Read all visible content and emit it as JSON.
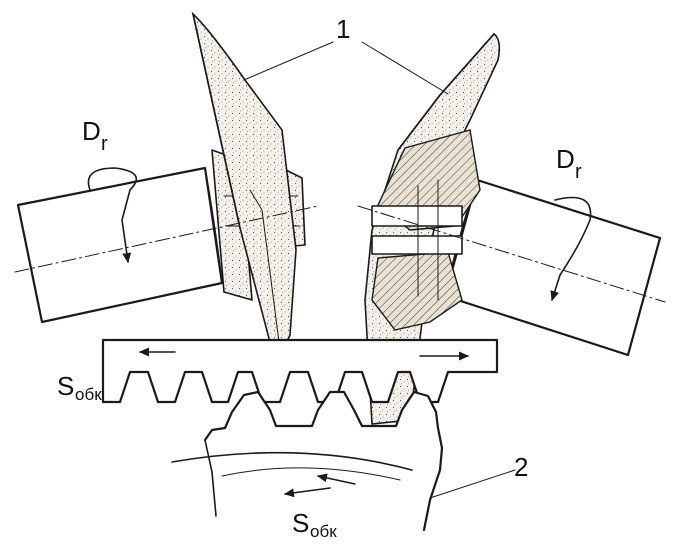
{
  "labels": {
    "tool_number": "1",
    "wheel_number": "2",
    "rotation_left_main": "D",
    "rotation_left_sub": "r",
    "rotation_right_main": "D",
    "rotation_right_sub": "r",
    "feed_rack_main": "S",
    "feed_rack_sub": "обк",
    "feed_wheel_main": "S",
    "feed_wheel_sub": "обк"
  }
}
